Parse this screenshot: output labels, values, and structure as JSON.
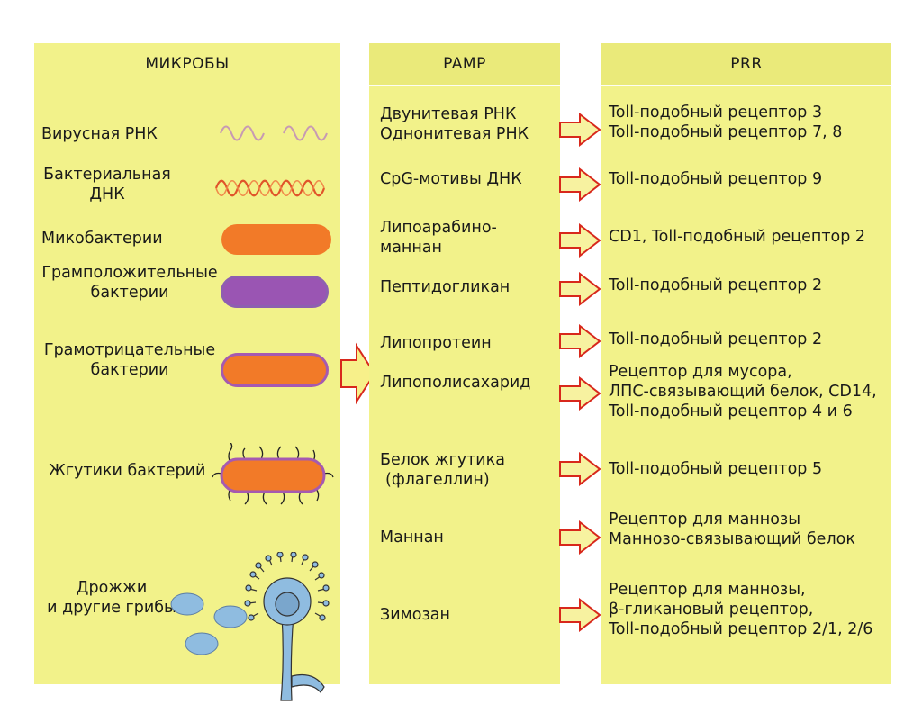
{
  "columns": {
    "microbes": "МИКРОБЫ",
    "pamp": "PAMP",
    "prr": "PRR"
  },
  "microbes": {
    "viral_rna": "Вирусная РНК",
    "bacterial_dna": [
      "Бактериальная",
      "ДНК"
    ],
    "mycobacteria": "Микобактерии",
    "gram_positive": [
      "Грамположительные",
      "бактерии"
    ],
    "gram_negative": [
      "Грамотрицательные",
      "бактерии"
    ],
    "flagella": "Жгутики бактерий",
    "fungi": [
      "Дрожжи",
      "и другие грибы"
    ]
  },
  "rows": [
    {
      "pamp": [
        "Двунитевая РНК",
        "Однонитевая РНК"
      ],
      "prr": [
        "Toll-подобный рецептор 3",
        "Toll-подобный рецептор 7, 8"
      ]
    },
    {
      "pamp": [
        "CpG-мотивы ДНК"
      ],
      "prr": [
        "Toll-подобный рецептор 9"
      ]
    },
    {
      "pamp": [
        "Липоарабино-",
        "маннан"
      ],
      "prr": [
        "CD1, Toll-подобный рецептор 2"
      ]
    },
    {
      "pamp": [
        "Пептидогликан"
      ],
      "prr": [
        "Toll-подобный рецептор 2"
      ]
    },
    {
      "pamp": [
        "Липопротеин"
      ],
      "prr": [
        "Toll-подобный рецептор 2"
      ]
    },
    {
      "pamp": [
        "Липополисахарид"
      ],
      "prr": [
        "Рецептор для мусора,",
        "ЛПС-связывающий белок, CD14,",
        "Toll-подобный рецептор 4 и 6"
      ]
    },
    {
      "pamp": [
        "Белок жгутика",
        "(флагеллин)"
      ],
      "prr": [
        "Toll-подобный рецептор 5"
      ]
    },
    {
      "pamp": [
        "Маннан"
      ],
      "prr": [
        "Рецептор для маннозы",
        "Маннозо-связывающий белок"
      ]
    },
    {
      "pamp": [
        "Зимозан"
      ],
      "prr": [
        "Рецептор для маннозы,",
        "β-гликановый рецептор,",
        "Toll-подобный рецептор 2/1, 2/6"
      ]
    }
  ],
  "colors": {
    "panel": "#f2f28a",
    "arrow_fill": "#f7f2a0",
    "arrow_stroke": "#d8281c",
    "orange": "#f27a28",
    "purple": "#9a55b3",
    "fungi_blue": "#8fbce0"
  }
}
